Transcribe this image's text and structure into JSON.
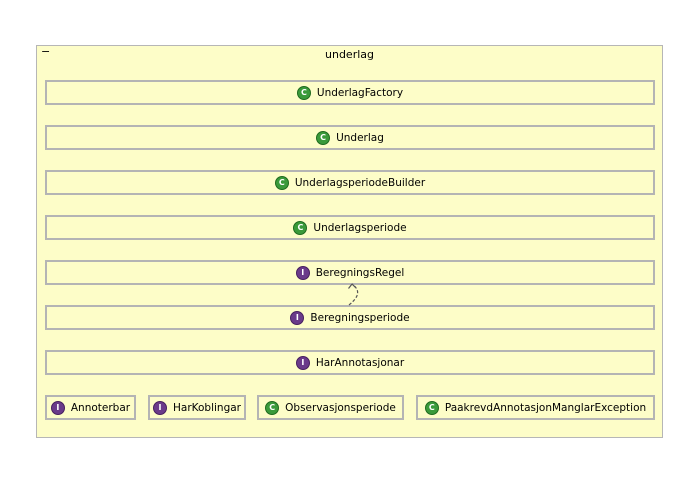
{
  "package": {
    "name": "underlag",
    "collapse_symbol": "−"
  },
  "nodes": [
    {
      "name": "UnderlagFactory",
      "kind": "C",
      "color": "#3a9a3a"
    },
    {
      "name": "Underlag",
      "kind": "C",
      "color": "#3a9a3a"
    },
    {
      "name": "UnderlagsperiodeBuilder",
      "kind": "C",
      "color": "#3a9a3a"
    },
    {
      "name": "Underlagsperiode",
      "kind": "C",
      "color": "#3a9a3a"
    },
    {
      "name": "BeregningsRegel",
      "kind": "I",
      "color": "#6a3a8a"
    },
    {
      "name": "Beregningsperiode",
      "kind": "I",
      "color": "#6a3a8a"
    },
    {
      "name": "HarAnnotasjonar",
      "kind": "I",
      "color": "#6a3a8a"
    },
    {
      "name": "Annoterbar",
      "kind": "I",
      "color": "#6a3a8a"
    },
    {
      "name": "HarKoblingar",
      "kind": "I",
      "color": "#6a3a8a"
    },
    {
      "name": "Observasjonsperiode",
      "kind": "C",
      "color": "#3a9a3a"
    },
    {
      "name": "PaakrevdAnnotasjonManglarException",
      "kind": "C",
      "color": "#3a9a3a"
    }
  ],
  "edges": [
    {
      "from": "Beregningsperiode",
      "to": "BeregningsRegel",
      "style": "dashed-realization"
    }
  ]
}
